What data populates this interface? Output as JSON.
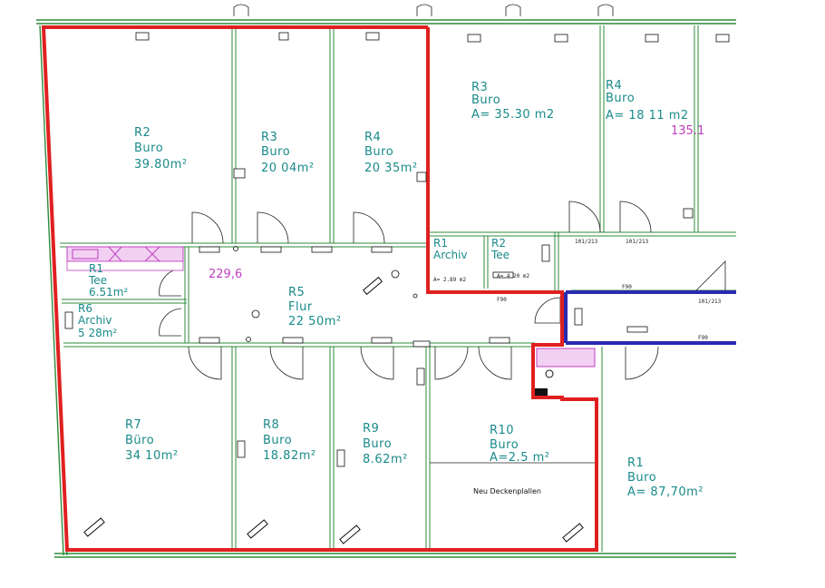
{
  "rooms": {
    "r2_left": {
      "id": "R2",
      "type": "Buro",
      "area": "39.80m²"
    },
    "r3_left": {
      "id": "R3",
      "type": "Buro",
      "area": "20 04m²"
    },
    "r4_left": {
      "id": "R4",
      "type": "Buro",
      "area": "20 35m²"
    },
    "r3_right": {
      "id": "R3",
      "type": "Buro",
      "area": "A= 35.30 m2"
    },
    "r4_right": {
      "id": "R4",
      "type": "Buro",
      "area": "A= 18 11 m2"
    },
    "r1_tee": {
      "id": "R1",
      "type": "Tee",
      "area": "6.51m²"
    },
    "r6_archiv": {
      "id": "R6",
      "type": "Archiv",
      "area": "5 28m²"
    },
    "r5_flur": {
      "id": "R5",
      "type": "Flur",
      "area": "22 50m²"
    },
    "r1_archiv": {
      "id": "R1",
      "type": "Archiv",
      "area": "A= 2.89 m2"
    },
    "r2_tee": {
      "id": "R2",
      "type": "Tee",
      "area": "A= 4 20 m2"
    },
    "r7": {
      "id": "R7",
      "type": "Büro",
      "area": "34 10m²"
    },
    "r8": {
      "id": "R8",
      "type": "Buro",
      "area": "18.82m²"
    },
    "r9": {
      "id": "R9",
      "type": "Buro",
      "area": "8.62m²"
    },
    "r10": {
      "id": "R10",
      "type": "Buro",
      "area": "A=2.5 m²"
    },
    "r1_big": {
      "id": "R1",
      "type": "Buro",
      "area": "A= 87,70m²"
    }
  },
  "annotations": {
    "magenta_229": "229,6",
    "magenta_135": "135.1",
    "note_ceiling": "Neu Deckenplallen",
    "dim_1": "101/213",
    "dim_2": "101/213",
    "dim_3": "101/213",
    "label_f90_a": "F90",
    "label_f90_b": "F90",
    "label_f90_c": "F90"
  },
  "colors": {
    "wall": "#2e8b3a",
    "red_boundary": "#e02020",
    "blue_boundary": "#2a2ab0",
    "room_text": "#1a8a8a",
    "magenta_text": "#c040c0"
  }
}
